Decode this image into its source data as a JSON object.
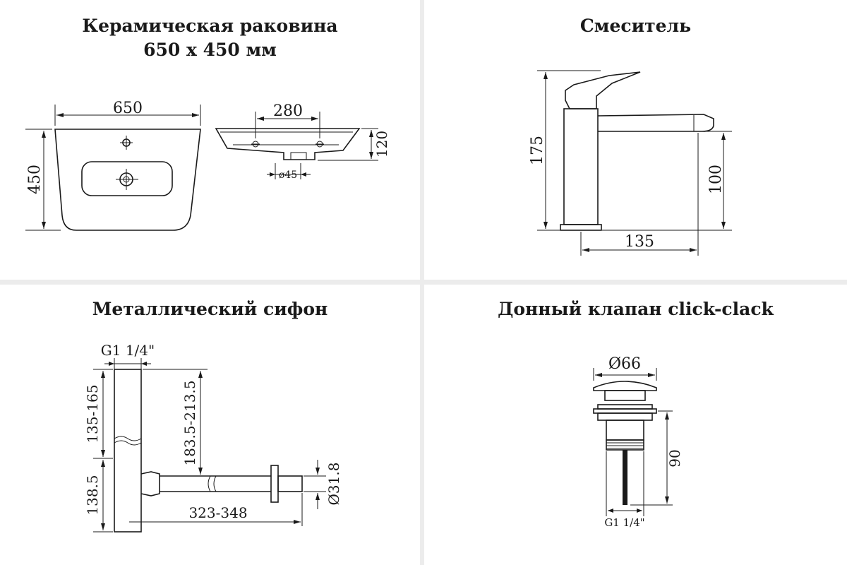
{
  "panels": {
    "sink": {
      "title_line1": "Керамическая раковина",
      "title_line2": "650 x 450 мм",
      "dim_width": "650",
      "dim_height": "450",
      "dim_holes": "280",
      "dim_depth": "120",
      "dim_drain": "ø45"
    },
    "faucet": {
      "title": "Смеситель",
      "dim_height": "175",
      "dim_spout_height": "100",
      "dim_reach": "135"
    },
    "siphon": {
      "title": "Металлический сифон",
      "dim_thread": "G1 1/4\"",
      "dim_upper": "135-165",
      "dim_lower": "138.5",
      "dim_vertical": "183.5-213.5",
      "dim_horizontal": "323-348",
      "dim_outlet": "Ø31.8"
    },
    "valve": {
      "title": "Донный клапан click-clack",
      "dim_diameter": "Ø66",
      "dim_height": "90",
      "dim_thread": "G1 1/4\""
    }
  }
}
